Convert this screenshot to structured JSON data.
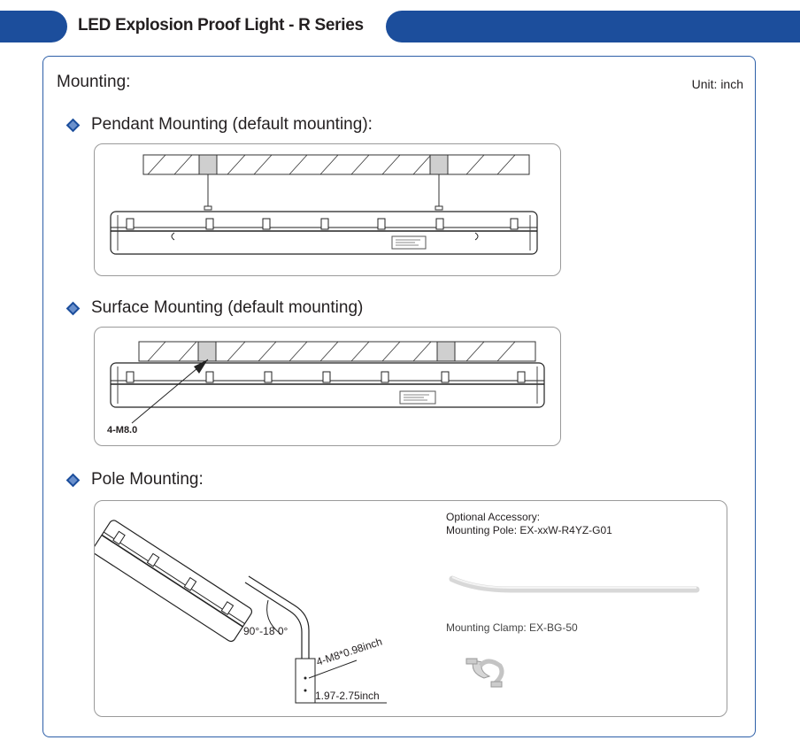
{
  "header": {
    "title": "LED Explosion Proof Light - R Series"
  },
  "section": {
    "title": "Mounting:",
    "unit": "Unit: inch"
  },
  "pendant": {
    "title": "Pendant Mounting (default mounting):"
  },
  "surface": {
    "title": "Surface Mounting (default mounting)",
    "bolt_label": "4-M8.0"
  },
  "pole": {
    "title": "Pole Mounting:",
    "angle_label": "90°-18 0°",
    "bolt_label": "4-M8*0.98inch",
    "diameter_label": "1.97-2.75inch",
    "accessory_heading": "Optional Accessory:",
    "accessory_pole": "Mounting Pole: EX-xxW-R4YZ-G01",
    "accessory_clamp": "Mounting Clamp: EX-BG-50"
  },
  "colors": {
    "brand_blue": "#1c4e9c",
    "frame_blue": "#2d5fa8"
  }
}
